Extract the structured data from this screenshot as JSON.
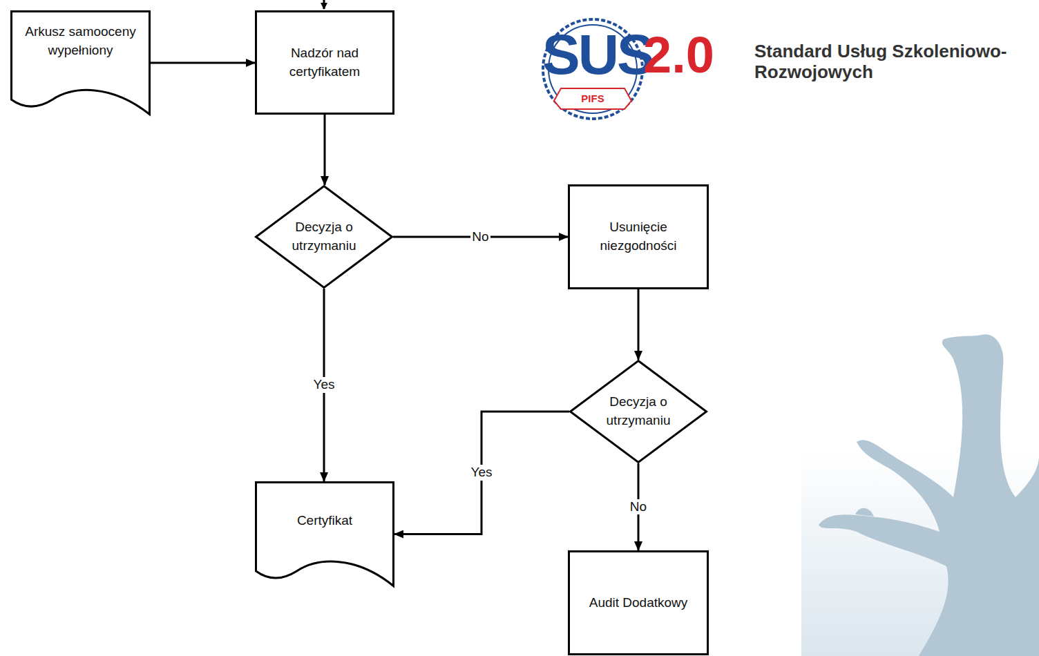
{
  "diagram": {
    "nodes": [
      {
        "text": [
          "Arkusz samooceny wypełniony"
        ]
      },
      {
        "text": [
          "Nadzór nad certyfikatem"
        ]
      },
      {
        "text": [
          "Decyzja o utrzymaniu"
        ]
      },
      {
        "text": [
          "Usunięcie niezgodności"
        ]
      },
      {
        "text": [
          "Decyzja o utrzymaniu"
        ]
      },
      {
        "text": [
          "Certyfikat"
        ]
      },
      {
        "text": [
          "Audit Dodatkowy"
        ]
      }
    ],
    "edges": [
      {
        "from": 0,
        "to": 1,
        "arrow": "to"
      },
      {
        "from": 1,
        "to": 2,
        "arrow": "to"
      },
      {
        "from": 2,
        "to": 3,
        "label": "No",
        "arrow": "to"
      },
      {
        "from": 3,
        "to": 4,
        "arrow": "to"
      },
      {
        "from": 4,
        "to": 5,
        "label": "Yes",
        "arrow": "to"
      },
      {
        "from": 4,
        "to": 6,
        "label": "No",
        "arrow": "to"
      },
      {
        "from": 2,
        "to": 5,
        "label": "Yes",
        "arrow": "to"
      }
    ],
    "labels": [
      "SUS",
      "2.0",
      "PIFS",
      "Standard Usług Szkoleniowo-Rozwojowych"
    ]
  }
}
